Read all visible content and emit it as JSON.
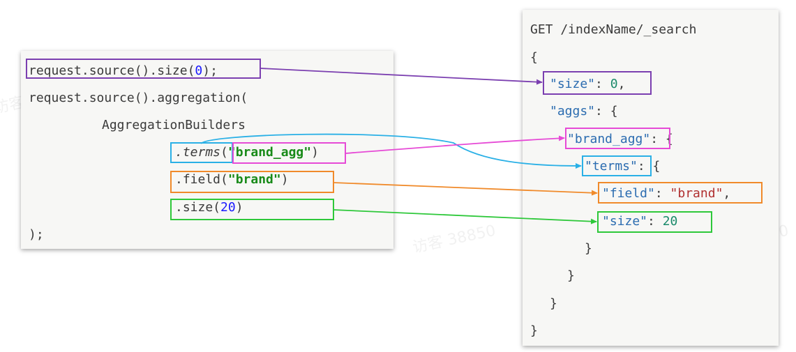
{
  "java": {
    "line1": {
      "pre": "request.source().size(",
      "num": "0",
      "post": ");"
    },
    "line2": "request.source().aggregation(",
    "line3": "AggregationBuilders",
    "line4": {
      "method": ".terms",
      "open": "(",
      "str": "\"brand_agg\"",
      "close": ")"
    },
    "line5": {
      "pre": ".field(",
      "str": "\"brand\"",
      "post": ")"
    },
    "line6": {
      "pre": ".size(",
      "num": "20",
      "post": ")"
    },
    "line7": ");"
  },
  "dsl": {
    "header": "GET /indexName/_search",
    "open_brace": "{",
    "size_line": {
      "key": "\"size\"",
      "sep": ": ",
      "value": "0",
      "post": ","
    },
    "aggs_line": {
      "key": "\"aggs\"",
      "post": ": {"
    },
    "brand_agg_line": {
      "key": "\"brand_agg\"",
      "post": ": {"
    },
    "terms_line": {
      "key": "\"terms\"",
      "post": ": {"
    },
    "field_line": {
      "key": "\"field\"",
      "sep": ": ",
      "value": "\"brand\"",
      "post": ","
    },
    "size20_line": {
      "key": "\"size\"",
      "sep": ": ",
      "value": "20"
    },
    "close1": "}",
    "close2": "}",
    "close3": "}",
    "close4": "}"
  },
  "watermark": "访客 38850",
  "colors": {
    "size_link": "#7b3fb0",
    "terms_link": "#2ab0e6",
    "brand_agg_link": "#e64ad6",
    "field_link": "#f08a2a",
    "size20_link": "#2ec83a"
  }
}
